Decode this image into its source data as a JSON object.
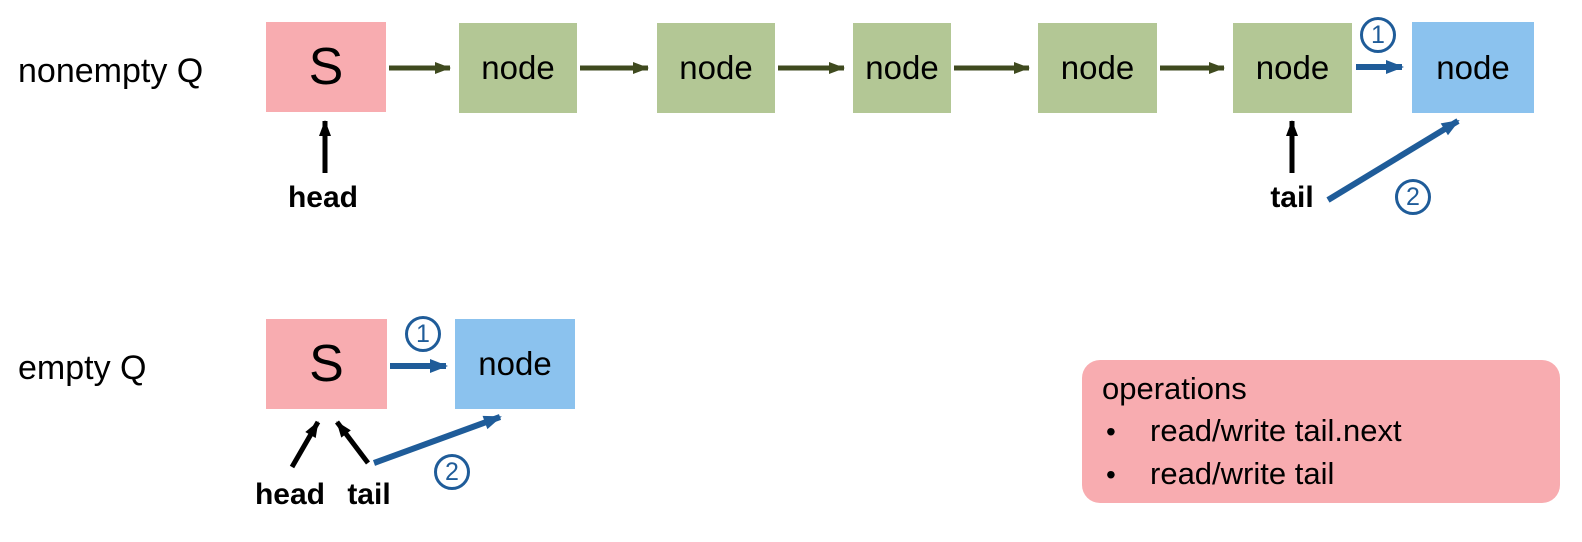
{
  "colors": {
    "sentinel_fill": "#F8ACB0",
    "node_fill": "#B3C795",
    "new_node_fill": "#8BC2EE",
    "link_color": "#3F4A1F",
    "step_color": "#1F5C99",
    "pointer_color": "#000000",
    "panel_fill": "#F8ACB0",
    "text_color": "#000000"
  },
  "nonempty": {
    "label": "nonempty Q",
    "sentinel": "S",
    "nodes": [
      "node",
      "node",
      "node",
      "node",
      "node"
    ],
    "new_node": "node",
    "head": "head",
    "tail": "tail",
    "step1": "1",
    "step2": "2"
  },
  "empty": {
    "label": "empty Q",
    "sentinel": "S",
    "new_node": "node",
    "head": "head",
    "tail": "tail",
    "step1": "1",
    "step2": "2"
  },
  "operations": {
    "title": "operations",
    "items": [
      "read/write tail.next",
      "read/write tail"
    ]
  }
}
